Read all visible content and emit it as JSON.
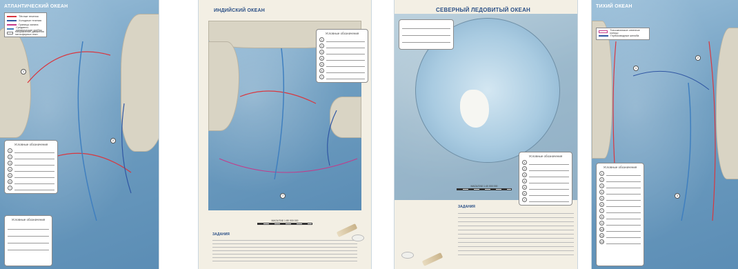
{
  "pages": [
    {
      "title": "АТЛАНТИЧЕСКИЙ ОКЕАН",
      "key": [
        "Тёплые течения",
        "Холодные течения",
        "Границы океана",
        "Срединно-океанические хребты",
        "Направление движения литосферных плит"
      ],
      "legend1_header": "Условные обозначения",
      "legend1": [
        "1",
        "2",
        "3",
        "4",
        "5",
        "6",
        "7"
      ],
      "legend2_header": "Условные обозначения"
    },
    {
      "title": "ИНДИЙСКИЙ ОКЕАН",
      "legend_header": "Условные обозначения",
      "legend": [
        "1",
        "2",
        "3",
        "4",
        "5",
        "6",
        "7"
      ],
      "scale_text": "МАСШТАБ 1:85 000 000",
      "tasks_title": "ЗАДАНИЯ"
    },
    {
      "title": "СЕВЕРНЫЙ ЛЕДОВИТЫЙ ОКЕАН",
      "legend_header": "Условные обозначения",
      "legend": [
        "1",
        "2",
        "3",
        "4",
        "5",
        "6",
        "7"
      ],
      "scale_text": "МАСШТАБ 1:40 000 000",
      "tasks_title": "ЗАДАНИЯ"
    },
    {
      "title": "ТИХИЙ ОКЕАН",
      "key": [
        "Тихоокеанское огненное кольцо",
        "Глубоководные желоба"
      ],
      "legend_header": "Условные обозначения",
      "legend": [
        "1",
        "2",
        "3",
        "4",
        "5",
        "6",
        "7",
        "8",
        "9",
        "10",
        "11",
        "12"
      ]
    }
  ],
  "colors": {
    "warm_current": "#d9363e",
    "cold_current": "#2f56a3",
    "boundary": "#c43a8a",
    "ridge": "#3f7fbf"
  }
}
